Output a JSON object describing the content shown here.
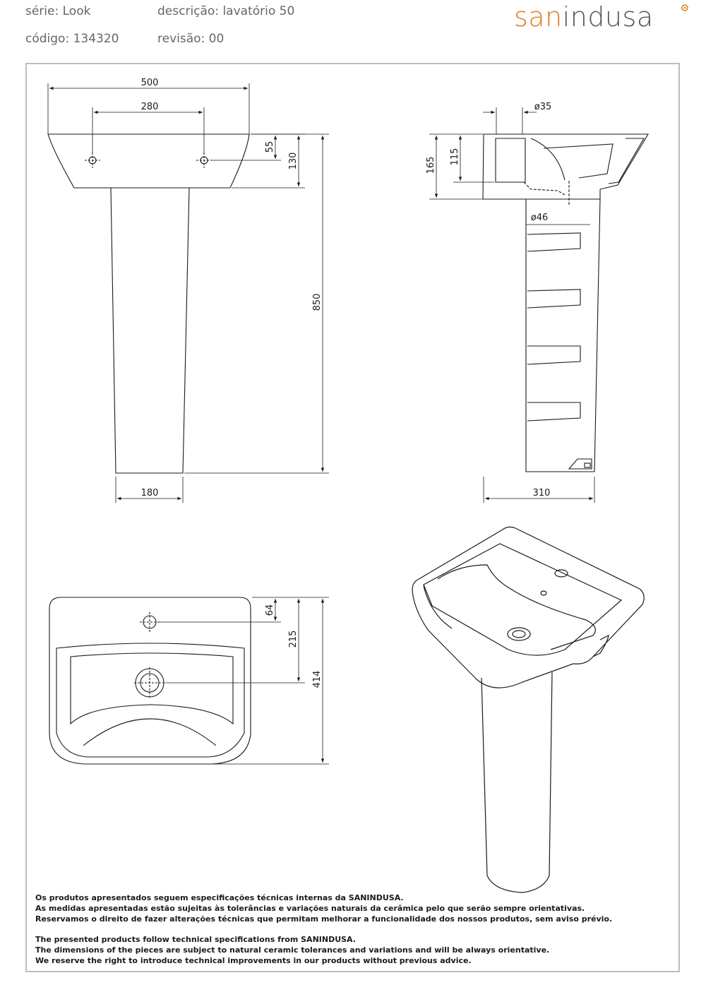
{
  "header": {
    "serie": "série: Look",
    "descricao": "descrição: lavatório 50",
    "codigo": "código: 134320",
    "revisao": "revisão: 00",
    "logo_part1": "san",
    "logo_part2": "indusa",
    "brand_color": "#e07a1f"
  },
  "dimensions": {
    "front": {
      "width_total": "500",
      "tap_spacing": "280",
      "tap_height": "55",
      "basin_height": "130",
      "total_height": "850",
      "pedestal_width": "180"
    },
    "side": {
      "drain_diameter": "ø35",
      "overall_depth": "165",
      "inner_depth": "115",
      "waste_diameter": "ø46",
      "pedestal_depth": "310"
    },
    "top": {
      "tap_hole_offset": "64",
      "drain_offset": "215",
      "basin_depth": "414"
    }
  },
  "notes_pt": [
    "Os produtos apresentados seguem especificações técnicas internas da SANINDUSA.",
    "As medidas apresentadas estão sujeitas às tolerâncias e variações naturais da cerâmica pelo que serão sempre orientativas.",
    "Reservamos o direito de fazer alterações técnicas que permitam melhorar a funcionalidade dos nossos produtos, sem aviso prévio."
  ],
  "notes_en": [
    "The presented products follow technical specifications from SANINDUSA.",
    "The dimensions of the pieces are subject to natural ceramic tolerances and variations and will be always orientative.",
    "We reserve the right to introduce technical improvements in our products without previous advice."
  ]
}
